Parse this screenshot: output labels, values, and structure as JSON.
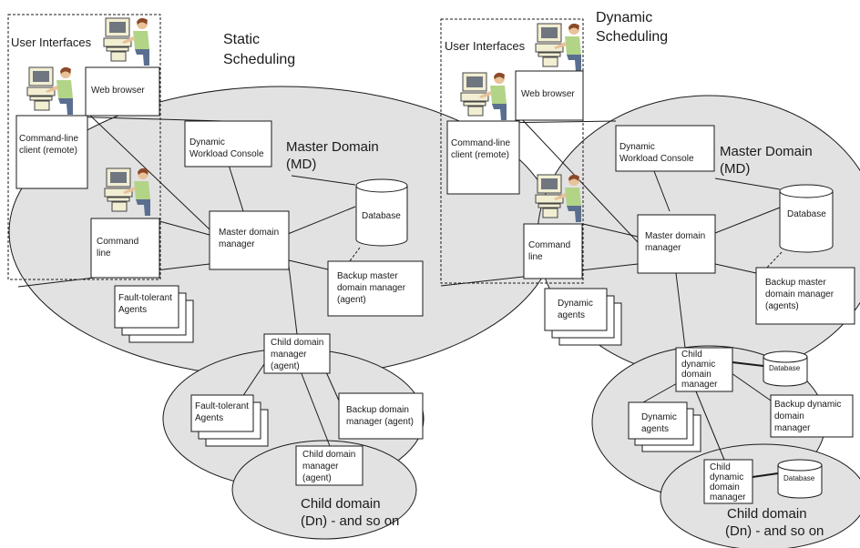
{
  "colors": {
    "domain_fill": "#e2e2e2",
    "stroke": "#1a1a1a",
    "background": "#ffffff",
    "monitor": "#f1eed2",
    "shirt": "#b2d487",
    "skin": "#e8c29a",
    "hair": "#8a4a2a"
  },
  "static": {
    "heading": [
      "Static",
      "Scheduling"
    ],
    "user_interfaces": "User Interfaces",
    "web_browser": "Web browser",
    "cli_remote": [
      "Command-line",
      "client (remote)"
    ],
    "command_line": [
      "Command",
      "line"
    ],
    "dwc": [
      "Dynamic",
      "Workload Console"
    ],
    "master_domain": [
      "Master Domain",
      "(MD)"
    ],
    "database": "Database",
    "mdm": [
      "Master domain",
      "manager"
    ],
    "backup_mdm": [
      "Backup master",
      "domain manager",
      "(agent)"
    ],
    "fta": [
      "Fault-tolerant",
      "Agents"
    ],
    "child_dm": [
      "Child domain",
      "manager",
      "(agent)"
    ],
    "fta2": [
      "Fault-tolerant",
      "Agents"
    ],
    "backup_dm": [
      "Backup domain",
      "manager (agent)"
    ],
    "child_dm2": [
      "Child domain",
      "manager",
      "(agent)"
    ],
    "child_domain": [
      "Child domain",
      "(Dn) - and so on"
    ]
  },
  "dynamic": {
    "heading": [
      "Dynamic",
      "Scheduling"
    ],
    "user_interfaces": "User Interfaces",
    "web_browser": "Web browser",
    "cli_remote": [
      "Command-line",
      "client (remote)"
    ],
    "command_line": [
      "Command",
      "line"
    ],
    "dwc": [
      "Dynamic",
      "Workload Console"
    ],
    "master_domain": [
      "Master Domain",
      "(MD)"
    ],
    "database": "Database",
    "mdm": [
      "Master domain",
      "manager"
    ],
    "backup_mdm": [
      "Backup master",
      "domain manager",
      "(agents)"
    ],
    "dyn_agents": [
      "Dynamic",
      "agents"
    ],
    "child_ddm": [
      "Child",
      "dynamic",
      "domain",
      "manager"
    ],
    "child_db": "Database",
    "dyn_agents2": [
      "Dynamic",
      "agents"
    ],
    "backup_ddm": [
      "Backup dynamic",
      "domain",
      "manager"
    ],
    "child_ddm2": [
      "Child",
      "dynamic",
      "domain",
      "manager"
    ],
    "child_db2": "Database",
    "child_domain": [
      "Child domain",
      "(Dn) - and so on"
    ]
  }
}
